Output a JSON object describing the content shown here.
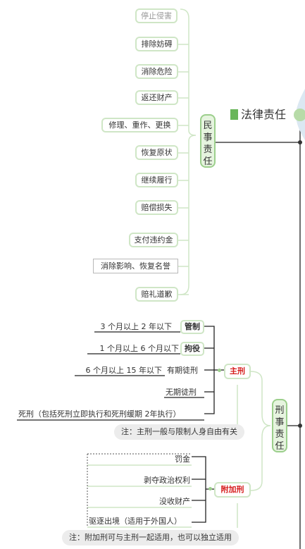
{
  "root": {
    "title": "法律责任"
  },
  "civil": {
    "label": [
      "民",
      "事",
      "责",
      "任"
    ],
    "items": [
      "停止侵害",
      "排除妨碍",
      "消除危险",
      "返还财产",
      "修理、重作、更换",
      "恢复原状",
      "继续履行",
      "赔偿损失",
      "支付违约金",
      "消除影响、恢复名誉",
      "赔礼道歉"
    ]
  },
  "criminal": {
    "label": [
      "刑",
      "事",
      "责",
      "任"
    ],
    "main": {
      "label": "主刑",
      "items": [
        {
          "name": "管制",
          "detail": "3 个月以上 2 年以下"
        },
        {
          "name": "拘役",
          "detail": "1 个月以上 6 个月以下"
        },
        {
          "name": "有期徒刑",
          "detail": "6 个月以上 15 年以下"
        },
        {
          "name": "无期徒刑"
        },
        {
          "name": "死刑（包括死刑立即执行和死刑缓期 2年执行）"
        }
      ],
      "note": "注：主刑一般与限制人身自由有关"
    },
    "additional": {
      "label": "附加刑",
      "items": [
        "罚金",
        "剥夺政治权利",
        "没收财产",
        "驱逐出境（适用于外国人）"
      ],
      "note": "注：附加刑可与主刑一起适用，也可以独立适用"
    }
  }
}
